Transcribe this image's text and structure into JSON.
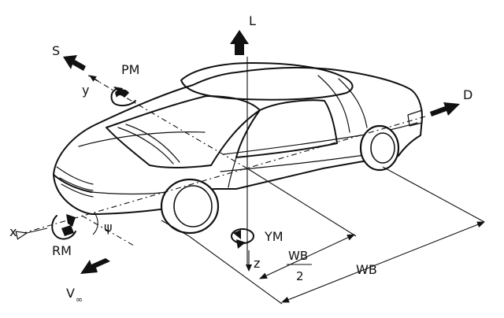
{
  "diagram": {
    "labels": {
      "lift": "L",
      "drag": "D",
      "side_force": "S",
      "pitch_moment": "PM",
      "yaw_moment": "YM",
      "roll_moment": "RM",
      "axis_x": "x",
      "axis_y": "y",
      "axis_z": "z",
      "yaw_angle": "ψ",
      "velocity": "V",
      "velocity_sub": "∞",
      "half_wheelbase_top": "WB",
      "half_wheelbase_bottom": "2",
      "wheelbase": "WB"
    }
  }
}
